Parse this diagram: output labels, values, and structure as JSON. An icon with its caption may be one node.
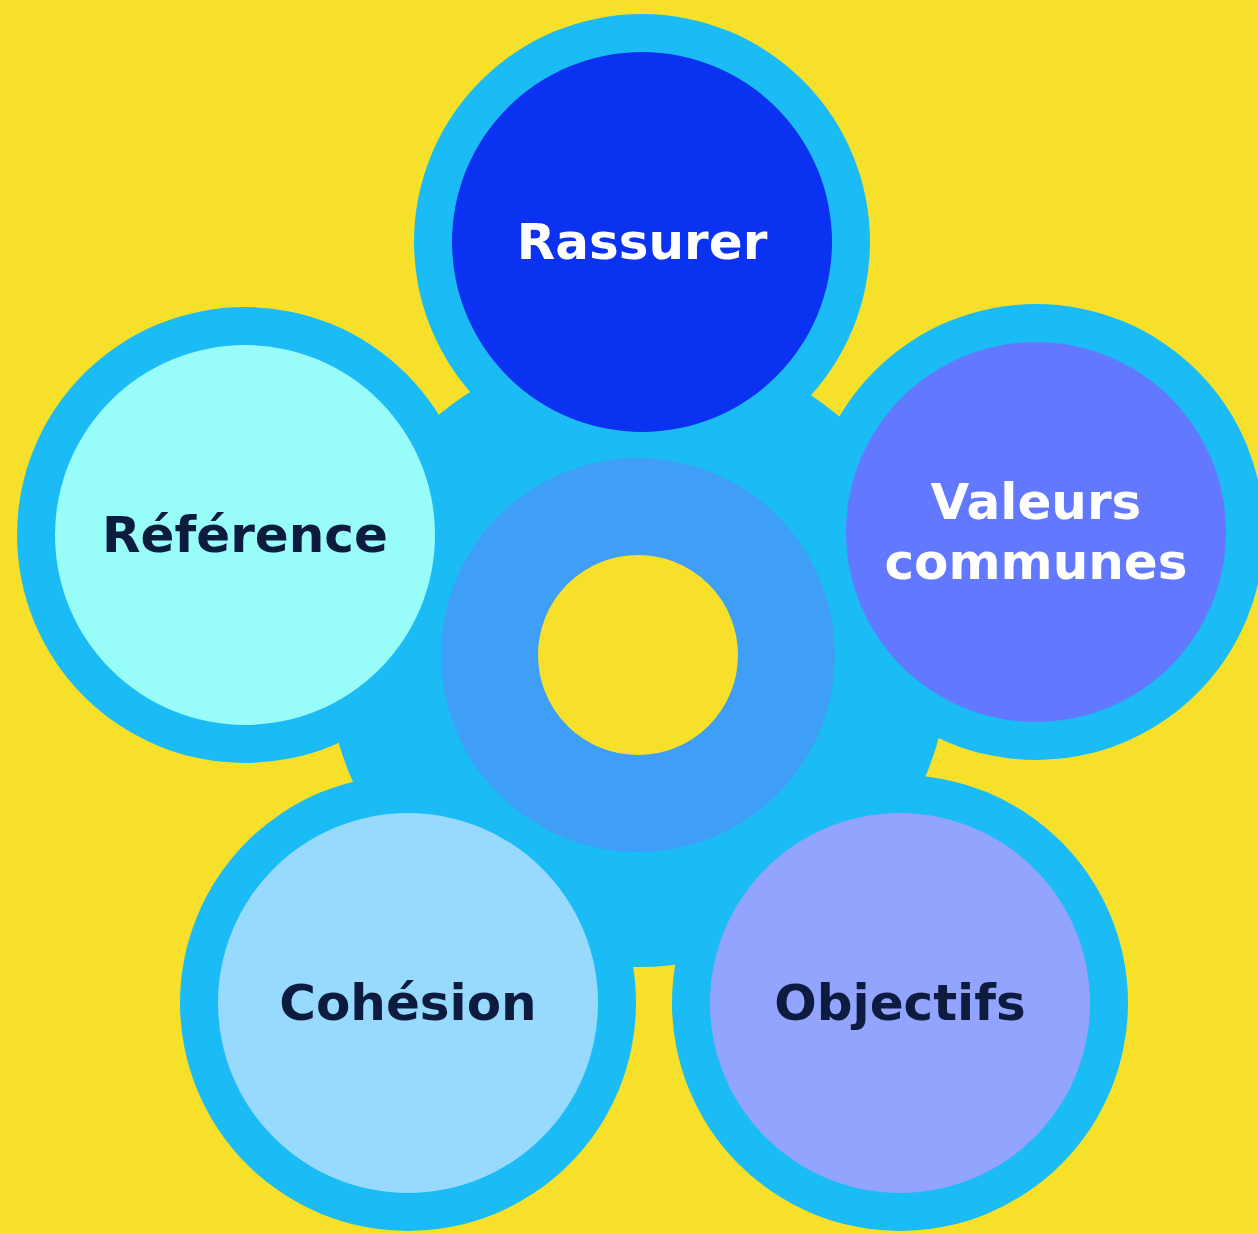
{
  "diagram": {
    "nodes": [
      {
        "text": [
          "Rassurer"
        ]
      },
      {
        "text": [
          "Référence"
        ]
      },
      {
        "text": [],
        "shape": "circle"
      },
      {
        "text": [
          "Valeurs communes"
        ]
      },
      {
        "text": [
          "Cohésion"
        ]
      },
      {
        "text": [
          "Objectifs"
        ]
      }
    ]
  }
}
